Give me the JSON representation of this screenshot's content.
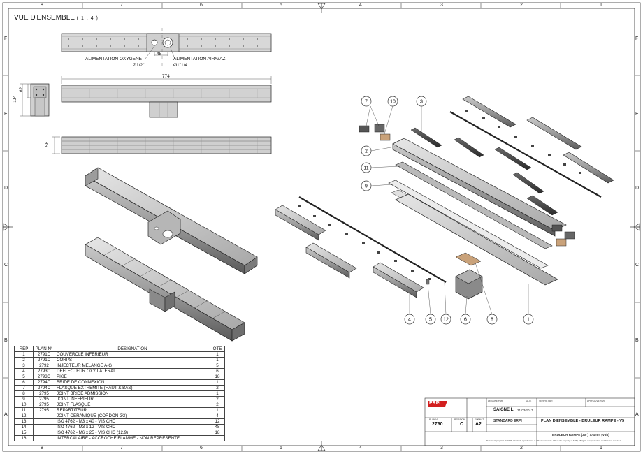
{
  "view_title": "VUE D'ENSEMBLE",
  "view_scale": "( 1 : 4 )",
  "zones_top": [
    "8",
    "7",
    "6",
    "5",
    "4",
    "3",
    "2",
    "1"
  ],
  "zones_side": [
    "F",
    "E",
    "D",
    "C",
    "B",
    "A"
  ],
  "dims": {
    "alim_oxy": "ALIMENTATION OXYGENE",
    "alim_oxy_dia": "Ø1/2\"",
    "gap": "45",
    "alim_air": "ALIMENTATION AIR/GAZ",
    "alim_air_dia": "Ø1\"1/4",
    "length": "774",
    "height": "114",
    "height2": "62",
    "width": "58"
  },
  "callouts": {
    "c7": "7",
    "c10": "10",
    "c3": "3",
    "c2": "2",
    "c11": "11",
    "c9": "9",
    "c4": "4",
    "c5": "5",
    "c12": "12",
    "c6": "6",
    "c8": "8",
    "c1": "1"
  },
  "bom": {
    "headers": [
      "REP",
      "PLAN N°",
      "DESIGNATION",
      "QTE"
    ],
    "rows": [
      [
        "1",
        "2791C",
        "COUVERCLE INFERIEUR",
        "1"
      ],
      [
        "2",
        "2791C",
        "CORPS",
        "1"
      ],
      [
        "3",
        "2792",
        "INJECTEUR MELANGE A-G",
        "5"
      ],
      [
        "4",
        "2793C",
        "DEFLECTEUR OXY LATERAL",
        "6"
      ],
      [
        "5",
        "2793C",
        "PIGE",
        "18"
      ],
      [
        "6",
        "2794C",
        "BRIDE DE CONNEXION",
        "1"
      ],
      [
        "7",
        "2794C",
        "FLASQUE EXTREMITE (HAUT & BAS)",
        "2"
      ],
      [
        "8",
        "2795",
        "JOINT BRIDE ADMISSION",
        "1"
      ],
      [
        "9",
        "2795",
        "JOINT INFERIEUR",
        "2"
      ],
      [
        "10",
        "2795",
        "JOINT FLASQUE",
        "2"
      ],
      [
        "11",
        "2795",
        "REPARTITEUR",
        "1"
      ],
      [
        "12",
        "",
        "JOINT CERAMIQUE (CORDON Ø3)",
        "4"
      ],
      [
        "13",
        "",
        "ISO 4762 - M3 x 40 - VIS CHC",
        "12"
      ],
      [
        "14",
        "",
        "ISO 4762 - M3 x 12 - VIS CHC",
        "48"
      ],
      [
        "15",
        "",
        "ISO 4762 - M6 x 25 - VIS CHC (12.9)",
        "18"
      ],
      [
        "16",
        "",
        "INTERCALAIRE - ACCROCHE FLAMME - NON REPRESENTE",
        ""
      ]
    ]
  },
  "title_block": {
    "logo": "ERPI",
    "author": "SAIGNE L.",
    "date": "31/03/2017",
    "plan_no": "2790",
    "revision": "C",
    "format": "A2",
    "standard": "STANDARD ERPI",
    "title": "PLAN D'ENSEMBLE - BRULEUR RAMPE - V5",
    "subtitle": "BRULEUR RAMPE (30\") 774mm  (V5b)",
    "hdr_dessine": "DESSINE PAR",
    "hdr_date": "DATE",
    "hdr_verifie": "VERIFIE PAR",
    "hdr_approuve": "APPROUVE PAR",
    "hdr_plan": "PLAN N°",
    "hdr_rev": "REVISION",
    "hdr_format": "FORMAT",
    "footer": "Document propriété de ERPI. Droits de reproduction et diffusion réservés. This is the property of ERPI, All rights of reproduction and diffusion reserved"
  }
}
